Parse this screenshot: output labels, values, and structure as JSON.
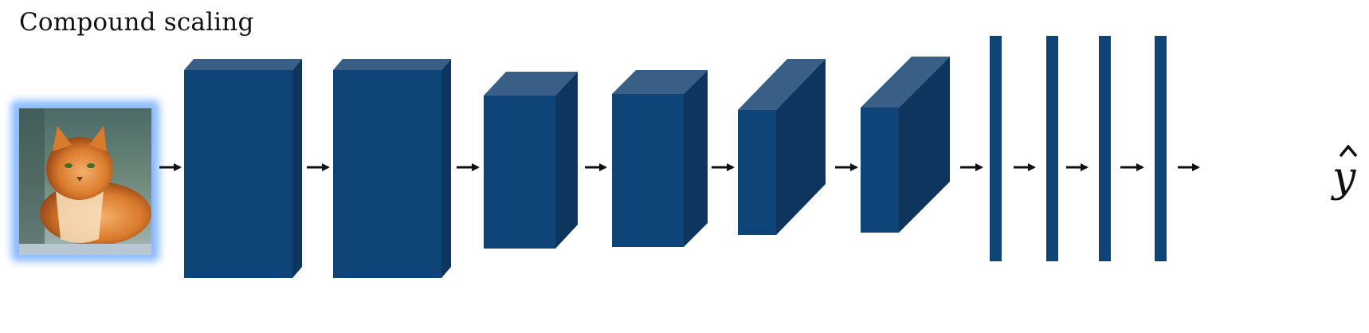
{
  "title": "Compound scaling",
  "input_image": {
    "subject": "cat photo",
    "glow_color": "#7fb3ff"
  },
  "colors": {
    "block_front": "#0f4478",
    "block_top": "#3a5f87",
    "block_side": "#0d355e",
    "arrow": "#111111"
  },
  "layers": [
    {
      "type": "conv-block"
    },
    {
      "type": "conv-block"
    },
    {
      "type": "conv-block"
    },
    {
      "type": "conv-block"
    },
    {
      "type": "conv-block"
    },
    {
      "type": "conv-block"
    },
    {
      "type": "fc-layer"
    },
    {
      "type": "fc-layer"
    },
    {
      "type": "fc-layer"
    },
    {
      "type": "fc-layer"
    }
  ],
  "output_label": "ŷ"
}
